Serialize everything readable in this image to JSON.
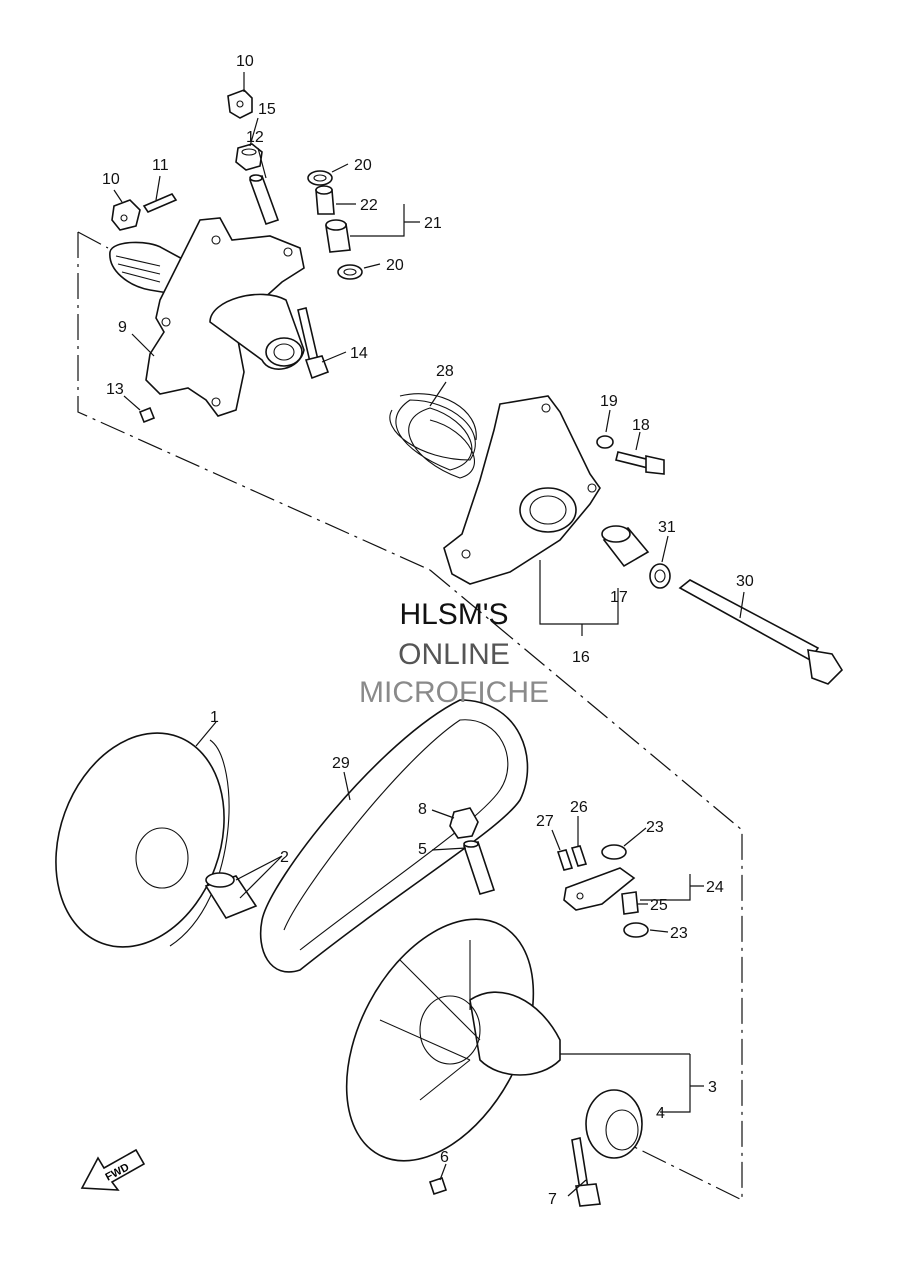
{
  "watermark": {
    "line1": "HLSM'S",
    "line2": "ONLINE",
    "line3": "MICROFICHE"
  },
  "fwd_label": "FWD",
  "callouts": [
    {
      "id": "p10a",
      "label": "10"
    },
    {
      "id": "p15",
      "label": "15"
    },
    {
      "id": "p12",
      "label": "12"
    },
    {
      "id": "p20a",
      "label": "20"
    },
    {
      "id": "p22",
      "label": "22"
    },
    {
      "id": "p21",
      "label": "21"
    },
    {
      "id": "p20b",
      "label": "20"
    },
    {
      "id": "p10b",
      "label": "10"
    },
    {
      "id": "p11",
      "label": "11"
    },
    {
      "id": "p9",
      "label": "9"
    },
    {
      "id": "p14",
      "label": "14"
    },
    {
      "id": "p13",
      "label": "13"
    },
    {
      "id": "p28",
      "label": "28"
    },
    {
      "id": "p19",
      "label": "19"
    },
    {
      "id": "p18",
      "label": "18"
    },
    {
      "id": "p31",
      "label": "31"
    },
    {
      "id": "p30",
      "label": "30"
    },
    {
      "id": "p17",
      "label": "17"
    },
    {
      "id": "p16",
      "label": "16"
    },
    {
      "id": "p1",
      "label": "1"
    },
    {
      "id": "p29",
      "label": "29"
    },
    {
      "id": "p8",
      "label": "8"
    },
    {
      "id": "p27",
      "label": "27"
    },
    {
      "id": "p26",
      "label": "26"
    },
    {
      "id": "p23a",
      "label": "23"
    },
    {
      "id": "p5",
      "label": "5"
    },
    {
      "id": "p2",
      "label": "2"
    },
    {
      "id": "p24",
      "label": "24"
    },
    {
      "id": "p25",
      "label": "25"
    },
    {
      "id": "p23b",
      "label": "23"
    },
    {
      "id": "p3",
      "label": "3"
    },
    {
      "id": "p4",
      "label": "4"
    },
    {
      "id": "p6",
      "label": "6"
    },
    {
      "id": "p7",
      "label": "7"
    }
  ]
}
